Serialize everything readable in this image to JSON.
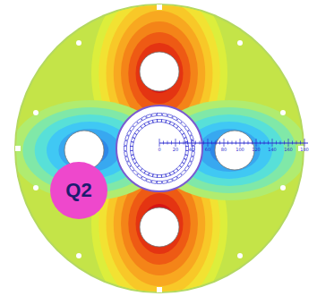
{
  "diagram": {
    "nodes": [
      {
        "text": [
          "Q2"
        ]
      }
    ],
    "labels": [
      "0",
      "20",
      "40",
      "60",
      "80",
      "100",
      "120",
      "140",
      "160",
      "180"
    ]
  }
}
